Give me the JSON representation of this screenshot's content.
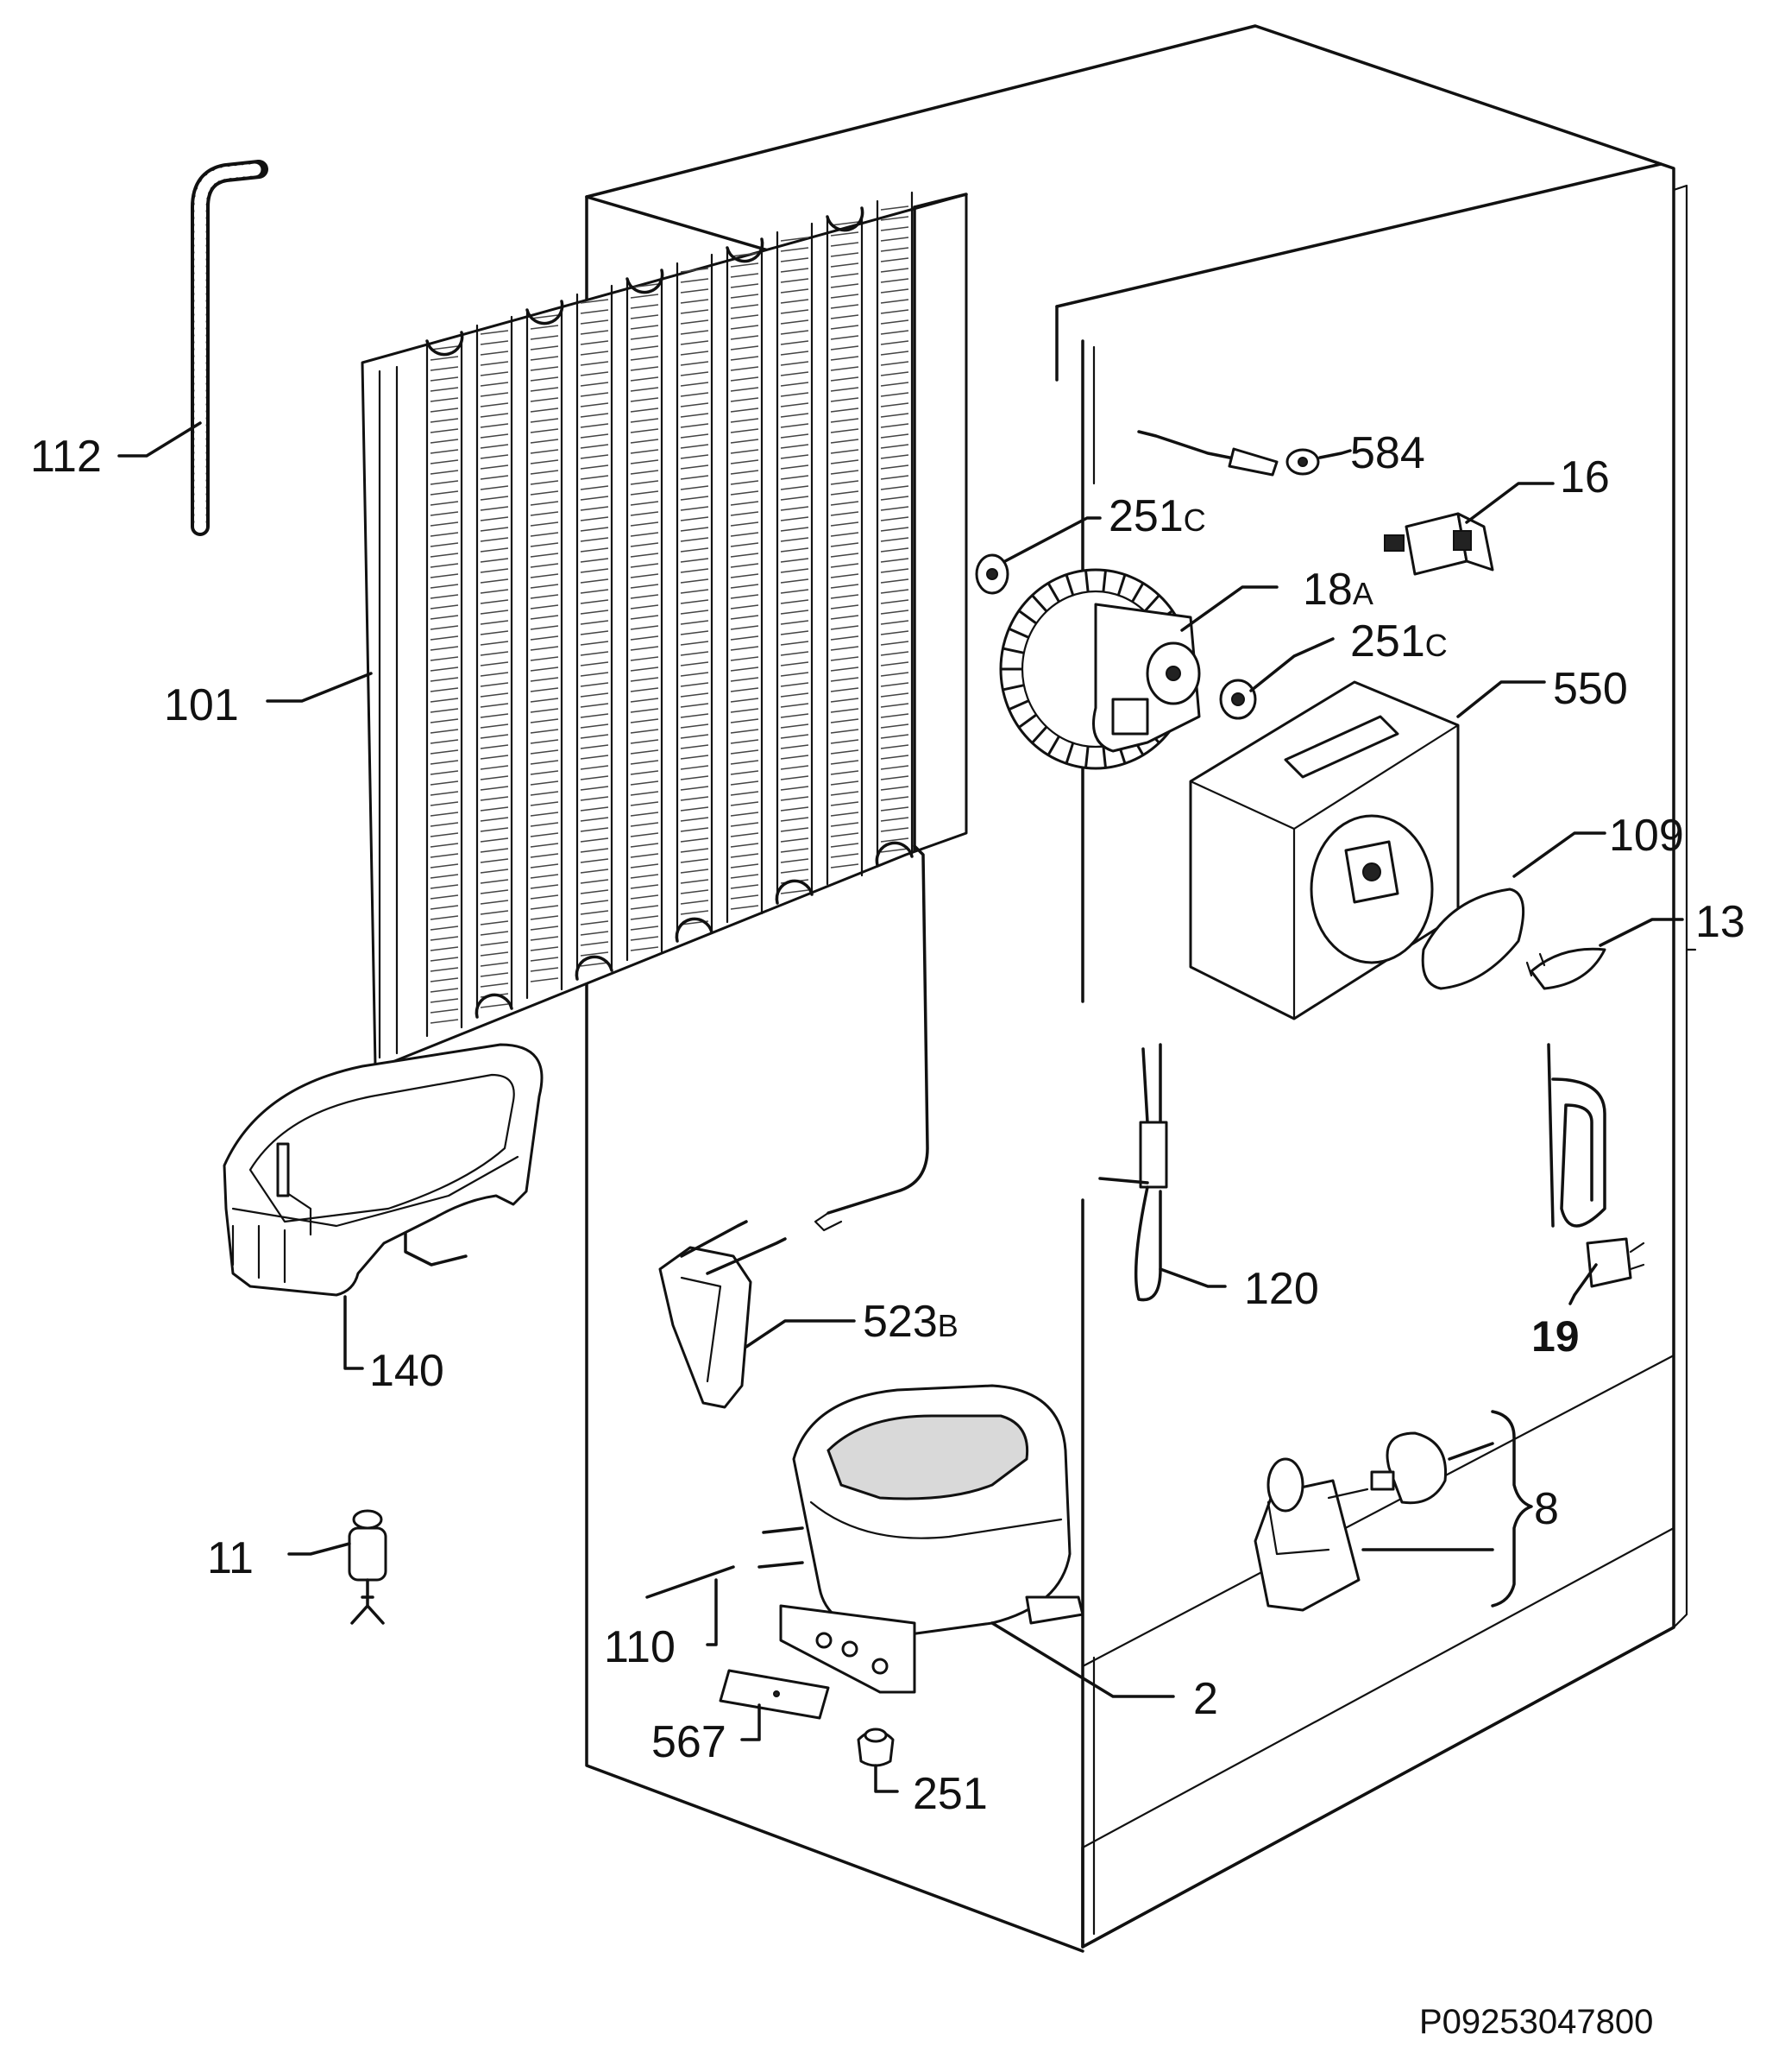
{
  "diagram": {
    "labels": {
      "l112": "112",
      "l101": "101",
      "l584": "584",
      "l16": "16",
      "l251c_a": "251",
      "l251c_a_suffix": "C",
      "l18a": "18",
      "l18a_suffix": "A",
      "l251c_b": "251",
      "l251c_b_suffix": "C",
      "l550": "550",
      "l109": "109",
      "l13": "13",
      "l140": "140",
      "l523b": "523",
      "l523b_suffix": "B",
      "l120": "120",
      "l19": "19",
      "l11": "11",
      "l8": "8",
      "l110": "110",
      "l2": "2",
      "l567": "567",
      "l251": "251"
    },
    "code": "P09253047800"
  }
}
